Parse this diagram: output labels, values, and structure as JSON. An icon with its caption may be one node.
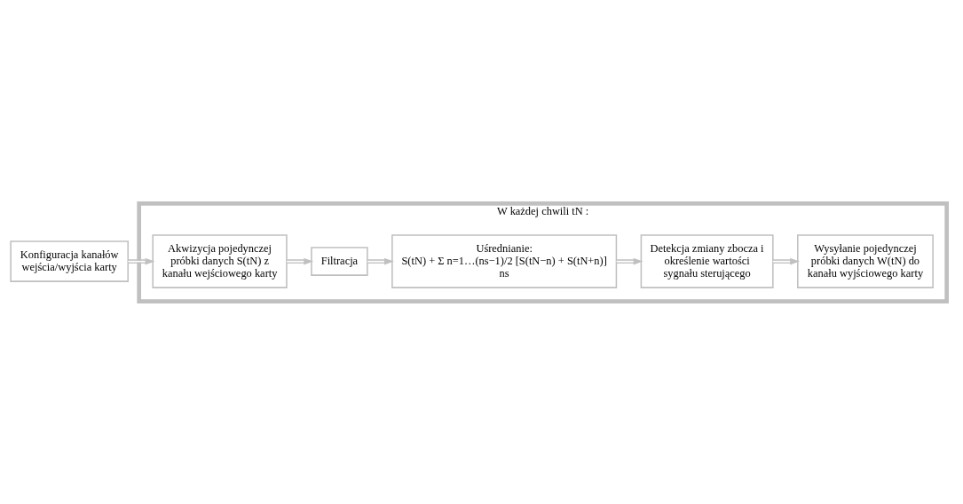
{
  "diagram": {
    "nodes": [
      {
        "text": [
          "W każdej chwili tN :"
        ]
      },
      {
        "text": [
          "Filtracja"
        ],
        "in": 0
      },
      {
        "text": [
          "Uśrednianie:",
          "S(tN) + Σ n=1…(ns−1)/2 [S(tN−n) + S(tN+n)]",
          "ns"
        ],
        "in": 0
      },
      {
        "text": [
          "Konfiguracja kanałów wejścia/wyjścia karty"
        ]
      },
      {
        "text": [
          "Akwizycja pojedynczej próbki danych S(tN) z kanału wejściowego karty"
        ],
        "in": 0
      },
      {
        "text": [
          "Detekcja zmiany zbocza i określenie wartości sygnału sterującego"
        ],
        "in": 0
      },
      {
        "text": [
          "Wysyłanie pojedynczej próbki danych W(tN) do kanału wyjściowego karty"
        ],
        "in": 0
      }
    ],
    "edges": [
      {
        "from": 3,
        "to": 4,
        "arrow": "to"
      },
      {
        "from": 4,
        "to": 1,
        "arrow": "to"
      },
      {
        "from": 1,
        "to": 2,
        "arrow": "to"
      },
      {
        "from": 2,
        "to": 5,
        "arrow": "to"
      },
      {
        "from": 5,
        "to": 6,
        "arrow": "to"
      }
    ]
  }
}
